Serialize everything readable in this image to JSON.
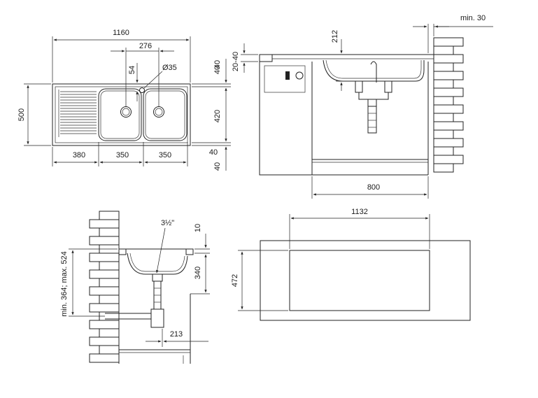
{
  "top_view": {
    "width_total": "1160",
    "bowl_spacing": "276",
    "tap_offset": "54",
    "tap_hole": "Ø35",
    "depth_total": "500",
    "bottom_dims": [
      "380",
      "350",
      "350"
    ],
    "right_dims": [
      "40",
      "420",
      "40"
    ]
  },
  "side_view": {
    "top_dims": [
      "40",
      "20-40"
    ],
    "bowl_depth": "212",
    "wall_gap": "min. 30",
    "cabinet_width": "800"
  },
  "section_view": {
    "drain_size": "3½\"",
    "rim_gap": "10",
    "bowl_height": "340",
    "drain_height": "min. 364; max. 524",
    "wall_offset": "213"
  },
  "cutout_view": {
    "width": "1132",
    "height": "472"
  },
  "colors": {
    "line": "#222222",
    "hatch": "#555555",
    "background": "#ffffff"
  }
}
